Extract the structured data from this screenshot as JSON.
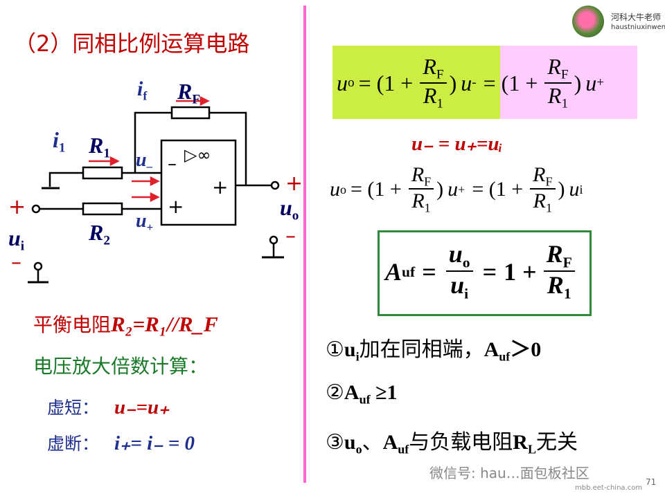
{
  "title": "（2）同相比例运算电路",
  "logo": {
    "line1": "河科大牛老师",
    "line2": "haustniuxinwen"
  },
  "circuit": {
    "i_f": "i",
    "i_f_sub": "f",
    "rf": "R",
    "rf_sub": "F",
    "i1": "i",
    "i1_sub": "1",
    "r1": "R",
    "r1_sub": "1",
    "r2": "R",
    "r2_sub": "2",
    "u_minus": "u",
    "u_minus_sub": "–",
    "u_plus": "u",
    "u_plus_sub": "+",
    "ui": "u",
    "ui_sub": "i",
    "uo": "u",
    "uo_sub": "o",
    "minus_sign": "–",
    "plus_sign": "+",
    "infinity": "▷∞",
    "plus": "+",
    "minus": "–"
  },
  "left_text": {
    "balance_prefix": "平衡电阻",
    "balance_formula": "R₂=R₁//R_F",
    "gain_calc": "电压放大倍数计算：",
    "virtual_short_label": "虚短：",
    "virtual_short_formula": "u₋=u₊",
    "virtual_open_label": "虚断：",
    "virtual_open_formula": "i₊= i₋ = 0"
  },
  "equations": {
    "eq1_left": "uo = (1 + RF/R1) u-",
    "eq1_right": "= (1 + RF/R1) u+",
    "equality": "u₋ = u₊=uᵢ",
    "eq2": "uo = (1 + RF/R1) u+ = (1 + RF/R1) ui",
    "boxed": "Auf = uo/ui = 1 + RF/R1",
    "u": "u",
    "o": "o",
    "R": "R",
    "F": "F",
    "one": "1",
    "open": "= (1 +",
    "close": ")",
    "eq": "=",
    "plus_one": "1 +",
    "sub_minus": "-",
    "sub_plus": "+",
    "sub_i": "i",
    "A": "A",
    "uf": "uf"
  },
  "notes": {
    "n1_prefix": "①",
    "n1_u": "u",
    "n1_sub": "i",
    "n1_text": "加在同相端，",
    "n1_a": "A",
    "n1_a_sub": "uf",
    "n1_rest": "＞0",
    "n2_prefix": "②",
    "n2_a": "A",
    "n2_a_sub": "uf",
    "n2_rest": " ≥1",
    "n3_prefix": "③",
    "n3_u": "u",
    "n3_sub": "o",
    "n3_sep": "、",
    "n3_a": "A",
    "n3_a_sub": "uf",
    "n3_text": "与负载电阻",
    "n3_r": "R",
    "n3_r_sub": "L",
    "n3_rest": "无关"
  },
  "watermark": {
    "text": "微信号: hau…面包板社区",
    "site": "mbb.eet-china.com",
    "page": "71"
  },
  "colors": {
    "red": "#c00000",
    "blue": "#1f2f8f",
    "green": "#1a7a2a",
    "eq1_left_bg": "#ccee44",
    "eq1_right_bg": "#ffccff",
    "divider": "#ff66cc"
  }
}
